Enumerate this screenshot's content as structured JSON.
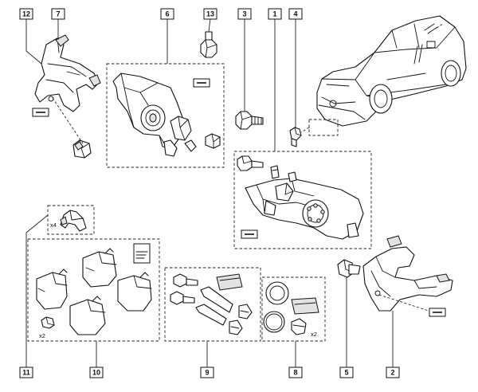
{
  "diagram": {
    "subject": "rear brake caliper assembly exploded view",
    "callouts": [
      {
        "id": "callout-12",
        "label": "12"
      },
      {
        "id": "callout-7",
        "label": "7"
      },
      {
        "id": "callout-6",
        "label": "6"
      },
      {
        "id": "callout-13",
        "label": "13"
      },
      {
        "id": "callout-3",
        "label": "3"
      },
      {
        "id": "callout-1",
        "label": "1"
      },
      {
        "id": "callout-4",
        "label": "4"
      },
      {
        "id": "callout-11",
        "label": "11"
      },
      {
        "id": "callout-10",
        "label": "10"
      },
      {
        "id": "callout-9",
        "label": "9"
      },
      {
        "id": "callout-8",
        "label": "8"
      },
      {
        "id": "callout-5",
        "label": "5"
      },
      {
        "id": "callout-2",
        "label": "2"
      }
    ],
    "quantities": {
      "clips": "x4",
      "pad_bolts": "x2",
      "seal_kit": "x2"
    },
    "colors": {
      "line": "#111111",
      "background": "#ffffff",
      "shade": "#e2e2e2"
    }
  }
}
